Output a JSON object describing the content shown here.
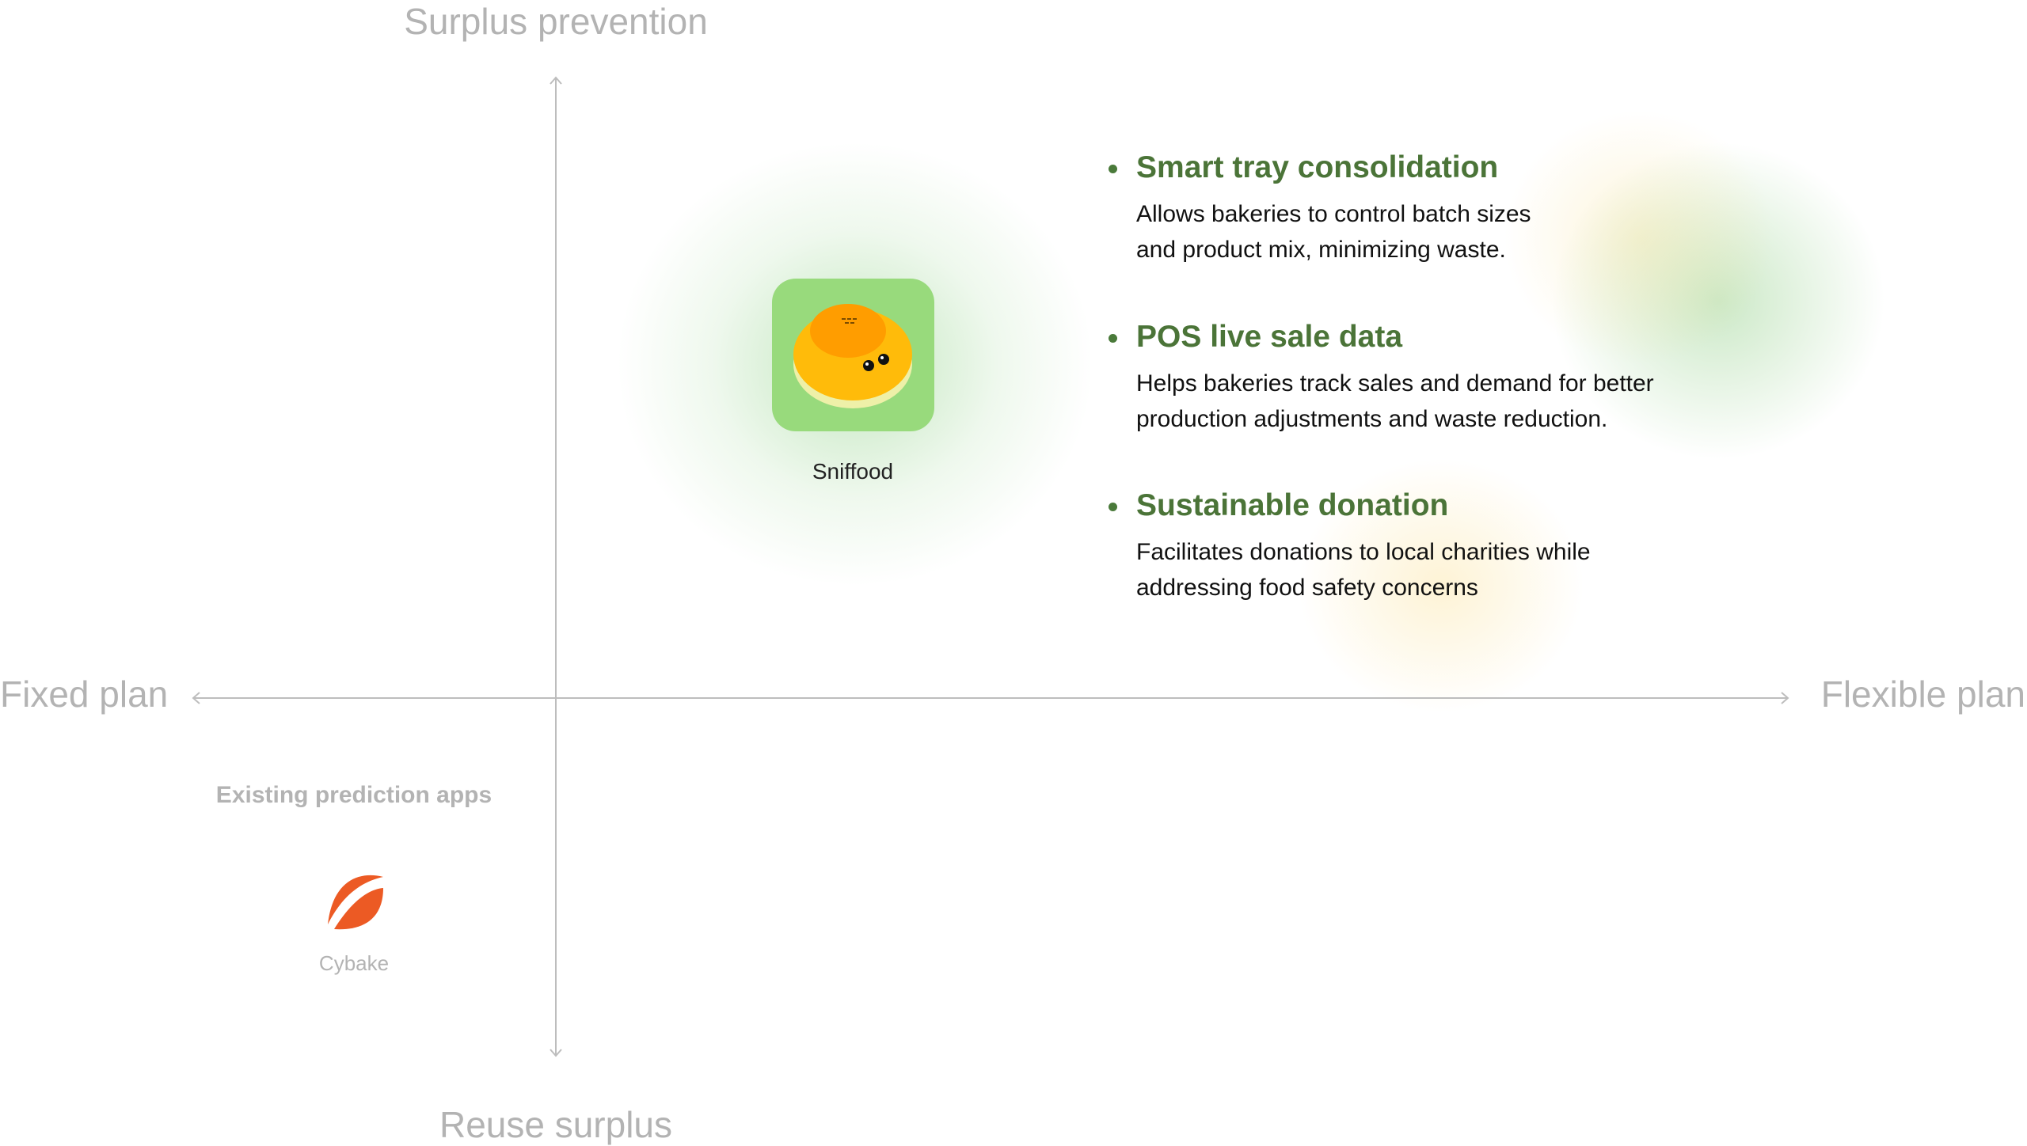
{
  "axes": {
    "top": "Surplus prevention",
    "bottom": "Reuse surplus",
    "left": "Fixed plan",
    "right": "Flexible plan"
  },
  "sniffood": {
    "label": "Sniffood"
  },
  "features": [
    {
      "title": "Smart tray consolidation",
      "lines": [
        "Allows bakeries to control batch sizes",
        "and product mix, minimizing waste."
      ]
    },
    {
      "title": "POS live sale data",
      "lines": [
        "Helps bakeries track sales and demand for better",
        "production adjustments and waste reduction."
      ]
    },
    {
      "title": "Sustainable donation",
      "lines": [
        "Facilitates donations to local charities while",
        "addressing food safety concerns"
      ]
    }
  ],
  "existing": {
    "heading": "Existing prediction apps",
    "apps": [
      {
        "label": "Cybake"
      }
    ]
  },
  "colors": {
    "accent_green": "#4b7438",
    "axis_grey": "#b3b3b3",
    "cybake_orange": "#ec5a24",
    "icon_bg": "#98da7c"
  }
}
